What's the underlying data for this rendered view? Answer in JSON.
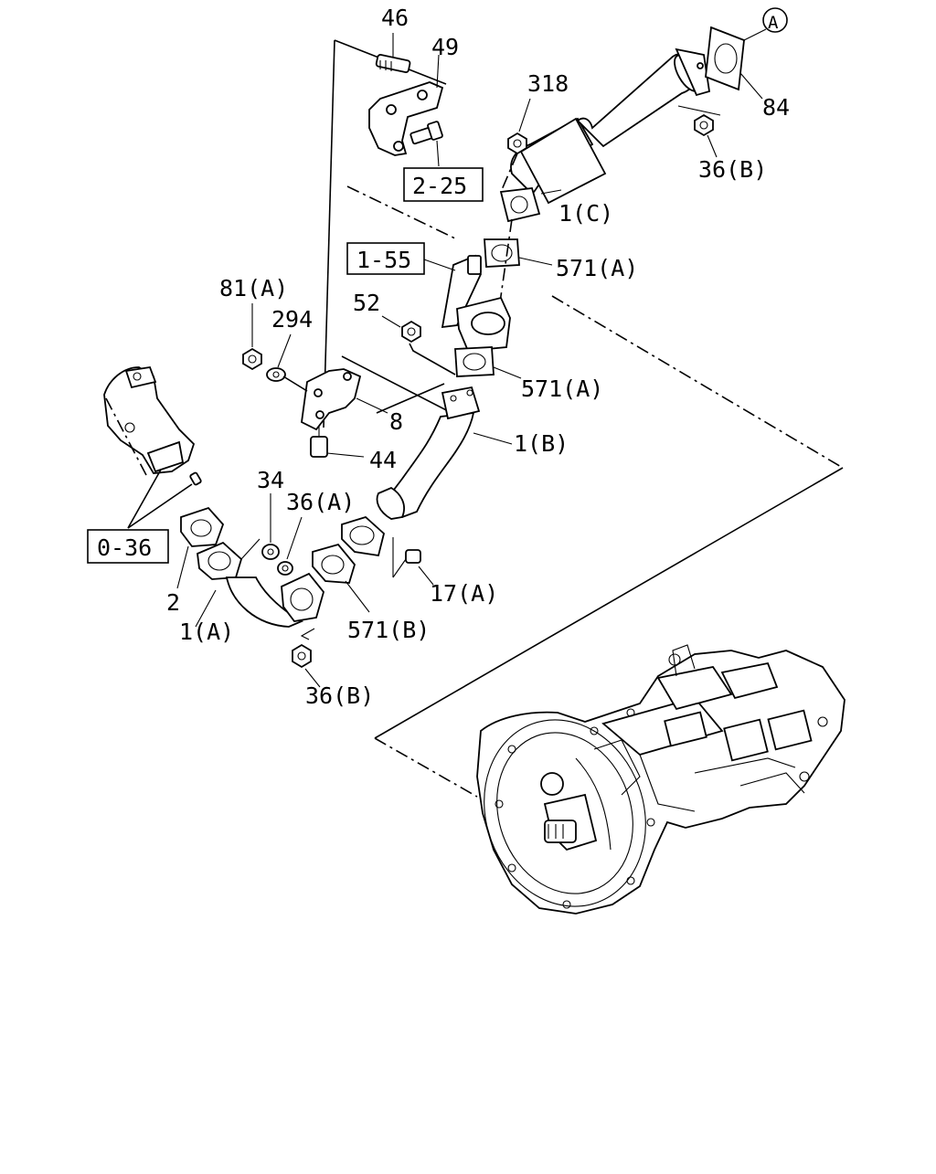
{
  "labels": {
    "l46": "46",
    "l49": "49",
    "lA": "A",
    "l84": "84",
    "l318": "318",
    "l36B_top": "36(B)",
    "l1C": "1(C)",
    "l571A_top": "571(A)",
    "l52": "52",
    "l571A_mid": "571(A)",
    "l81A": "81(A)",
    "l294": "294",
    "l8": "8",
    "l1B": "1(B)",
    "l44": "44",
    "l34": "34",
    "l36A": "36(A)",
    "l2": "2",
    "l1A": "1(A)",
    "l571B": "571(B)",
    "l17A": "17(A)",
    "l36B_bottom": "36(B)"
  },
  "references": {
    "r225": "2-25",
    "r155": "1-55",
    "r036": "0-36"
  }
}
